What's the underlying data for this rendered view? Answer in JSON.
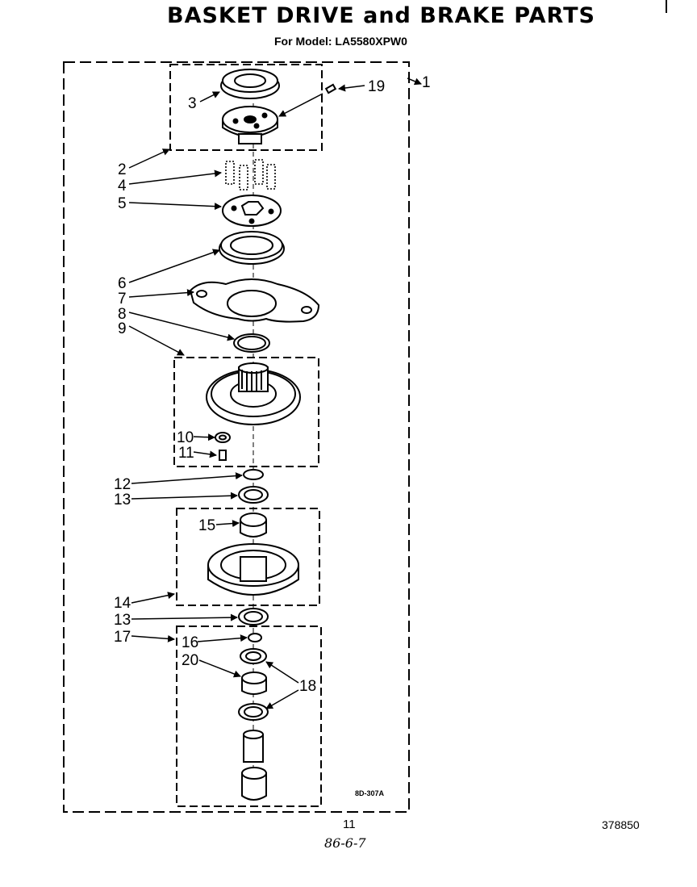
{
  "header": {
    "title": "BASKET DRIVE and BRAKE PARTS",
    "model_line": "For Model: LA5580XPW0"
  },
  "callouts": {
    "c1": "1",
    "c2": "2",
    "c3": "3",
    "c4": "4",
    "c5": "5",
    "c6": "6",
    "c7": "7",
    "c8": "8",
    "c9": "9",
    "c10": "10",
    "c11": "11",
    "c12": "12",
    "c13a": "13",
    "c13b": "13",
    "c14": "14",
    "c15": "15",
    "c16": "16",
    "c17": "17",
    "c18": "18",
    "c19": "19",
    "c20": "20"
  },
  "drawing_code": "8D-307A",
  "footer": {
    "page_number": "11",
    "part_number": "378850",
    "handwritten_date": "86-6-7"
  },
  "colors": {
    "ink": "#000000",
    "paper": "#ffffff"
  }
}
